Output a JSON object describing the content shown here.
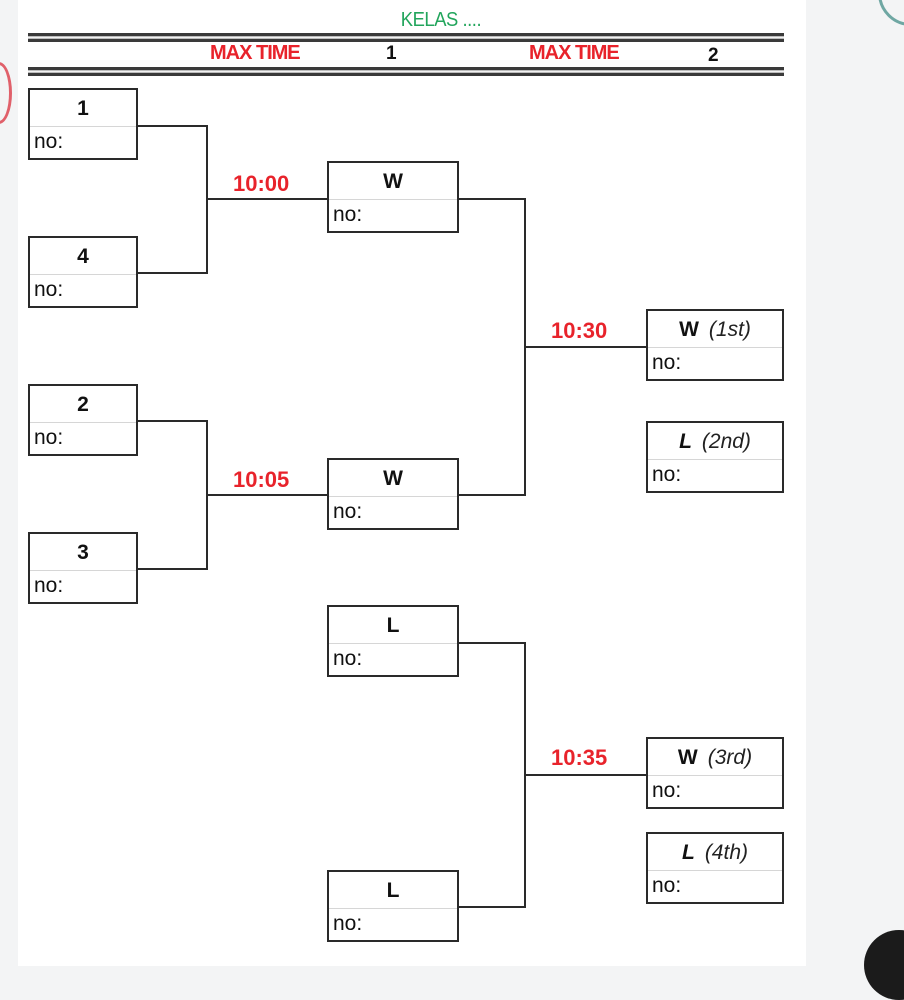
{
  "header": {
    "title": "KELAS ....",
    "max_time_label_1": "MAX TIME",
    "max_time_value_1": "1",
    "max_time_label_2": "MAX TIME",
    "max_time_value_2": "2"
  },
  "colors": {
    "title": "#22a55c",
    "accent_red": "#e8232b",
    "line": "#2a2a2a"
  },
  "bracket": {
    "round1": [
      {
        "seed": "1",
        "no_label": "no:"
      },
      {
        "seed": "4",
        "no_label": "no:"
      },
      {
        "seed": "2",
        "no_label": "no:"
      },
      {
        "seed": "3",
        "no_label": "no:"
      }
    ],
    "semifinal_times": [
      "10:00",
      "10:05"
    ],
    "semifinal_winners": [
      {
        "label": "W",
        "no_label": "no:"
      },
      {
        "label": "W",
        "no_label": "no:"
      }
    ],
    "semifinal_losers": [
      {
        "label": "L",
        "no_label": "no:"
      },
      {
        "label": "L",
        "no_label": "no:"
      }
    ],
    "final_time": "10:30",
    "third_place_time": "10:35",
    "placements": [
      {
        "label": "W",
        "place": "(1st)",
        "no_label": "no:"
      },
      {
        "label": "L",
        "place": "(2nd)",
        "no_label": "no:"
      },
      {
        "label": "W",
        "place": "(3rd)",
        "no_label": "no:"
      },
      {
        "label": "L",
        "place": "(4th)",
        "no_label": "no:"
      }
    ]
  }
}
